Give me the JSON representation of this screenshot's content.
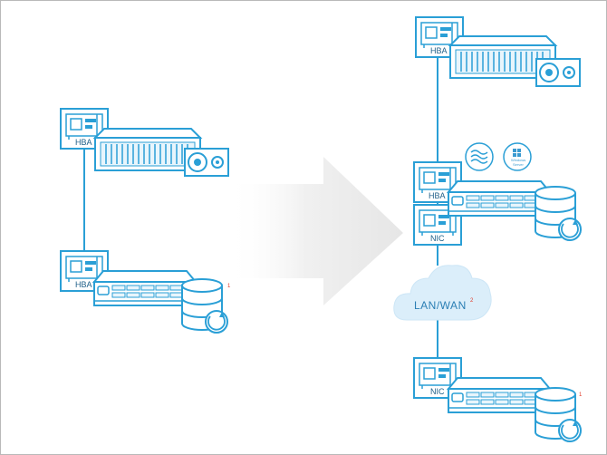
{
  "labels": {
    "hba_left_top": "HBA",
    "hba_left_bottom": "HBA",
    "hba_right_top": "HBA",
    "hba_right_mid": "HBA",
    "nic_right_mid": "NIC",
    "nic_right_bottom": "NIC",
    "lan_wan": "LAN/WAN",
    "lan_wan_note": "2",
    "note_left": "1",
    "note_right": "1",
    "windows_line1": "Windows",
    "windows_line2": "Server"
  },
  "colors": {
    "stroke": "#2a9fd6",
    "fill_light": "#e8f5fc",
    "cloud": "#dbeefa",
    "arrow": "#ececec",
    "note": "#e03a2a"
  },
  "icons": [
    "hba-card-icon",
    "nic-card-icon",
    "disk-array-icon",
    "tape-drive-icon",
    "server-icon",
    "database-backup-icon",
    "cloud-icon",
    "wave-logo-icon",
    "windows-server-logo-icon",
    "migration-arrow-icon"
  ]
}
